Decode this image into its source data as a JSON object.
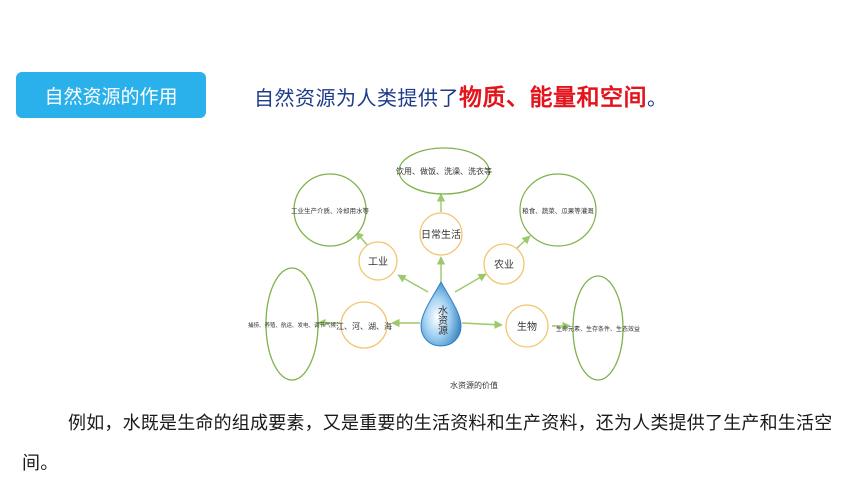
{
  "section_tag": "自然资源的作用",
  "headline": {
    "prefix": "自然资源为人类提供了",
    "emphasis": "物质、能量和空间",
    "suffix": "。"
  },
  "diagram": {
    "center": "水资源",
    "caption": "水资源的价值",
    "nodes": {
      "daily": "日常生活",
      "industry": "工业",
      "agriculture": "农业",
      "rivers": "江、河、湖、海",
      "biology": "生物"
    },
    "bubbles": {
      "daily": "饮用、做饭、洗澡、洗衣等",
      "industry": "工业生产介质、冷却用水等",
      "agriculture": "粮食、蔬菜、瓜果等灌溉",
      "rivers": "捕捞、养殖、航运、发电、调节气候",
      "biology": "生命元素、生存条件、生态效益"
    },
    "colors": {
      "line": "#9cc96b",
      "bubble_stroke": "#7fb24a",
      "node_stroke": "#f2c572",
      "drop_blue": "#2f7fc1"
    }
  },
  "paragraph": "例如，水既是生命的组成要素，又是重要的生活资料和生产资料，还为人类提供了生产和生活空间。"
}
